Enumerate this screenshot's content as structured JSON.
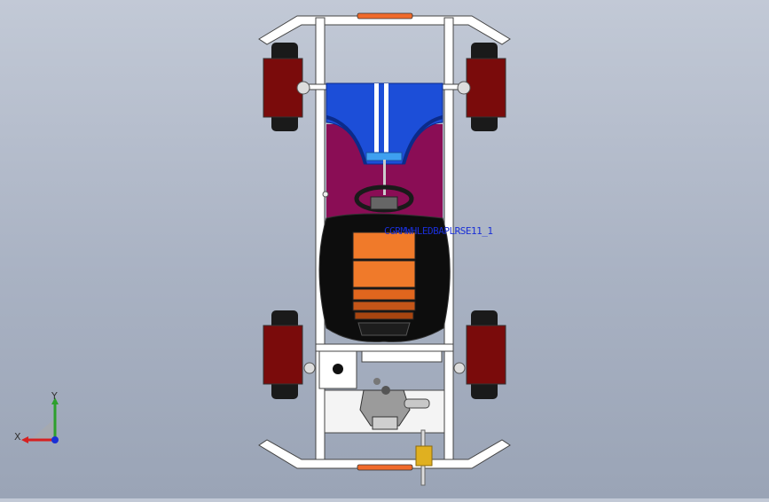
{
  "annotation_label": "CGRMWHLEDBAPLRSE11_1",
  "triad": {
    "x_label": "X",
    "y_label": "Y"
  },
  "colors": {
    "background_top": "#c2c9d6",
    "background_bottom": "#9aa4b6",
    "frame": "#ffffff",
    "wheel_hub": "#7a0b0b",
    "tire": "#1a1a1a",
    "nose_panel": "#1c4ed8",
    "floor_panel": "#8a0d55",
    "seat_shell": "#0d0d0d",
    "seat_cushion": "#f07a2a",
    "engine": "#b5b5b5",
    "light_bar": "#f06a2a",
    "shaft": "#e0b020"
  }
}
